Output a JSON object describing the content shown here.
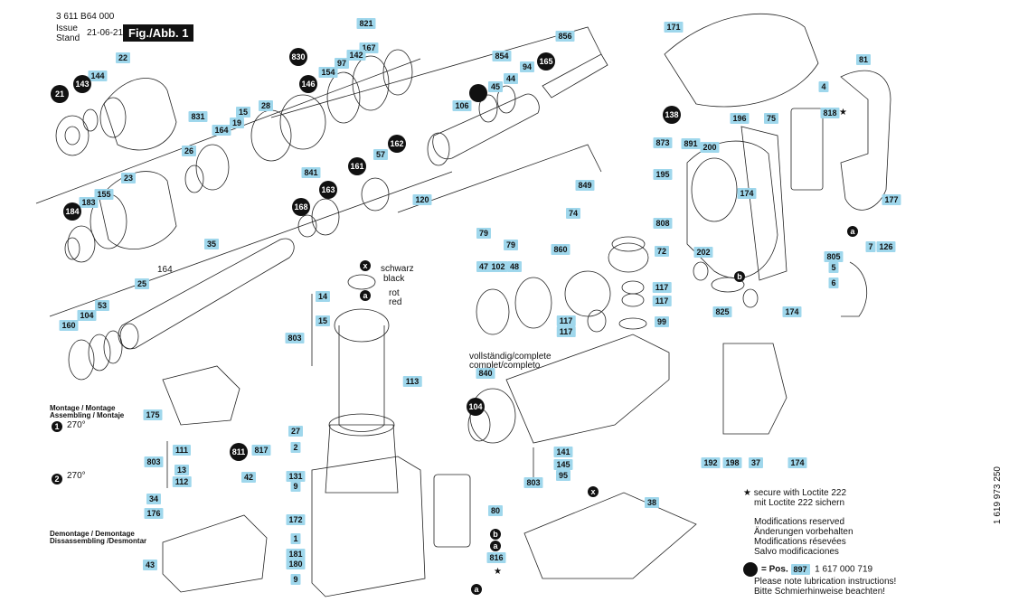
{
  "header": {
    "doc_number": "3 611 B64 000",
    "issue_label": "Issue",
    "stand_label": "Stand",
    "issue_date": "21-06-21",
    "figure_label": "Fig./Abb. 1"
  },
  "parts": [
    {
      "id": "171"
    },
    {
      "id": "81"
    },
    {
      "id": "4"
    },
    {
      "id": "818"
    },
    {
      "id": "138"
    },
    {
      "id": "873"
    },
    {
      "id": "196"
    },
    {
      "id": "75"
    },
    {
      "id": "891"
    },
    {
      "id": "200"
    },
    {
      "id": "195"
    },
    {
      "id": "174"
    },
    {
      "id": "177"
    },
    {
      "id": "808"
    },
    {
      "id": "202"
    },
    {
      "id": "7"
    },
    {
      "id": "126"
    },
    {
      "id": "805"
    },
    {
      "id": "5"
    },
    {
      "id": "6"
    },
    {
      "id": "825"
    },
    {
      "id": "821"
    },
    {
      "id": "167"
    },
    {
      "id": "142"
    },
    {
      "id": "97"
    },
    {
      "id": "154"
    },
    {
      "id": "146"
    },
    {
      "id": "830"
    },
    {
      "id": "856"
    },
    {
      "id": "854"
    },
    {
      "id": "165"
    },
    {
      "id": "94"
    },
    {
      "id": "44"
    },
    {
      "id": "45"
    },
    {
      "id": "106"
    },
    {
      "id": "22"
    },
    {
      "id": "144"
    },
    {
      "id": "143"
    },
    {
      "id": "21"
    },
    {
      "id": "831"
    },
    {
      "id": "19"
    },
    {
      "id": "15"
    },
    {
      "id": "28"
    },
    {
      "id": "164"
    },
    {
      "id": "26"
    },
    {
      "id": "162"
    },
    {
      "id": "57"
    },
    {
      "id": "161"
    },
    {
      "id": "120"
    },
    {
      "id": "23"
    },
    {
      "id": "155"
    },
    {
      "id": "183"
    },
    {
      "id": "184"
    },
    {
      "id": "841"
    },
    {
      "id": "163"
    },
    {
      "id": "168"
    },
    {
      "id": "849"
    },
    {
      "id": "74"
    },
    {
      "id": "79"
    },
    {
      "id": "860"
    },
    {
      "id": "72"
    },
    {
      "id": "35"
    },
    {
      "id": "25"
    },
    {
      "id": "14"
    },
    {
      "id": "803"
    },
    {
      "id": "47"
    },
    {
      "id": "102"
    },
    {
      "id": "48"
    },
    {
      "id": "117"
    },
    {
      "id": "99"
    },
    {
      "id": "53"
    },
    {
      "id": "104"
    },
    {
      "id": "160"
    },
    {
      "id": "113"
    },
    {
      "id": "840"
    },
    {
      "id": "175"
    },
    {
      "id": "27"
    },
    {
      "id": "2"
    },
    {
      "id": "111"
    },
    {
      "id": "13"
    },
    {
      "id": "112"
    },
    {
      "id": "811"
    },
    {
      "id": "817"
    },
    {
      "id": "42"
    },
    {
      "id": "131"
    },
    {
      "id": "9"
    },
    {
      "id": "141"
    },
    {
      "id": "145"
    },
    {
      "id": "95"
    },
    {
      "id": "192"
    },
    {
      "id": "198"
    },
    {
      "id": "37"
    },
    {
      "id": "34"
    },
    {
      "id": "176"
    },
    {
      "id": "172"
    },
    {
      "id": "80"
    },
    {
      "id": "38"
    },
    {
      "id": "1"
    },
    {
      "id": "181"
    },
    {
      "id": "180"
    },
    {
      "id": "43"
    },
    {
      "id": "816"
    }
  ],
  "wire_labels": {
    "x_color_de": "schwarz",
    "x_color_en": "black",
    "a_color_de": "rot",
    "a_color_en": "red",
    "marker_x": "x",
    "marker_a": "a",
    "marker_b": "b"
  },
  "complete_label": {
    "line1": "vollständig/complete",
    "line2": "complet/completo"
  },
  "assembly": {
    "montage_title": "Montage / Montage",
    "montage_sub": "Assembling / Montaje",
    "step1": "1",
    "step2": "2",
    "angle1": "270°",
    "angle2": "270°",
    "demontage_title": "Demontage / Demontage",
    "demontage_sub": "Dissassembling /Desmontar"
  },
  "notes": {
    "loctite_en": "secure with Loctite 222",
    "loctite_de": "mit Loctite 222 sichern",
    "mod_en": "Modifications reserved",
    "mod_de": "Änderungen vorbehalten",
    "mod_fr": "Modifications résevées",
    "mod_es": "Salvo modificaciones",
    "pos_label": "= Pos.",
    "pos_number": "897",
    "pos_part": "1 617 000 719",
    "lube_en": "Please note lubrication instructions!",
    "lube_de": "Bitte Schmierhinweise beachten!"
  },
  "side_code": "1 619 973 250"
}
